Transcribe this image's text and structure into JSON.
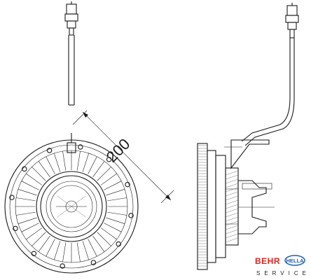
{
  "dimension": {
    "value": "200"
  },
  "brand": {
    "behr_label": "BEHR",
    "hella_label": "HELLA",
    "service_label": "SERVICE",
    "behr_color": "#e2261c",
    "hella_color": "#1f5fae"
  }
}
